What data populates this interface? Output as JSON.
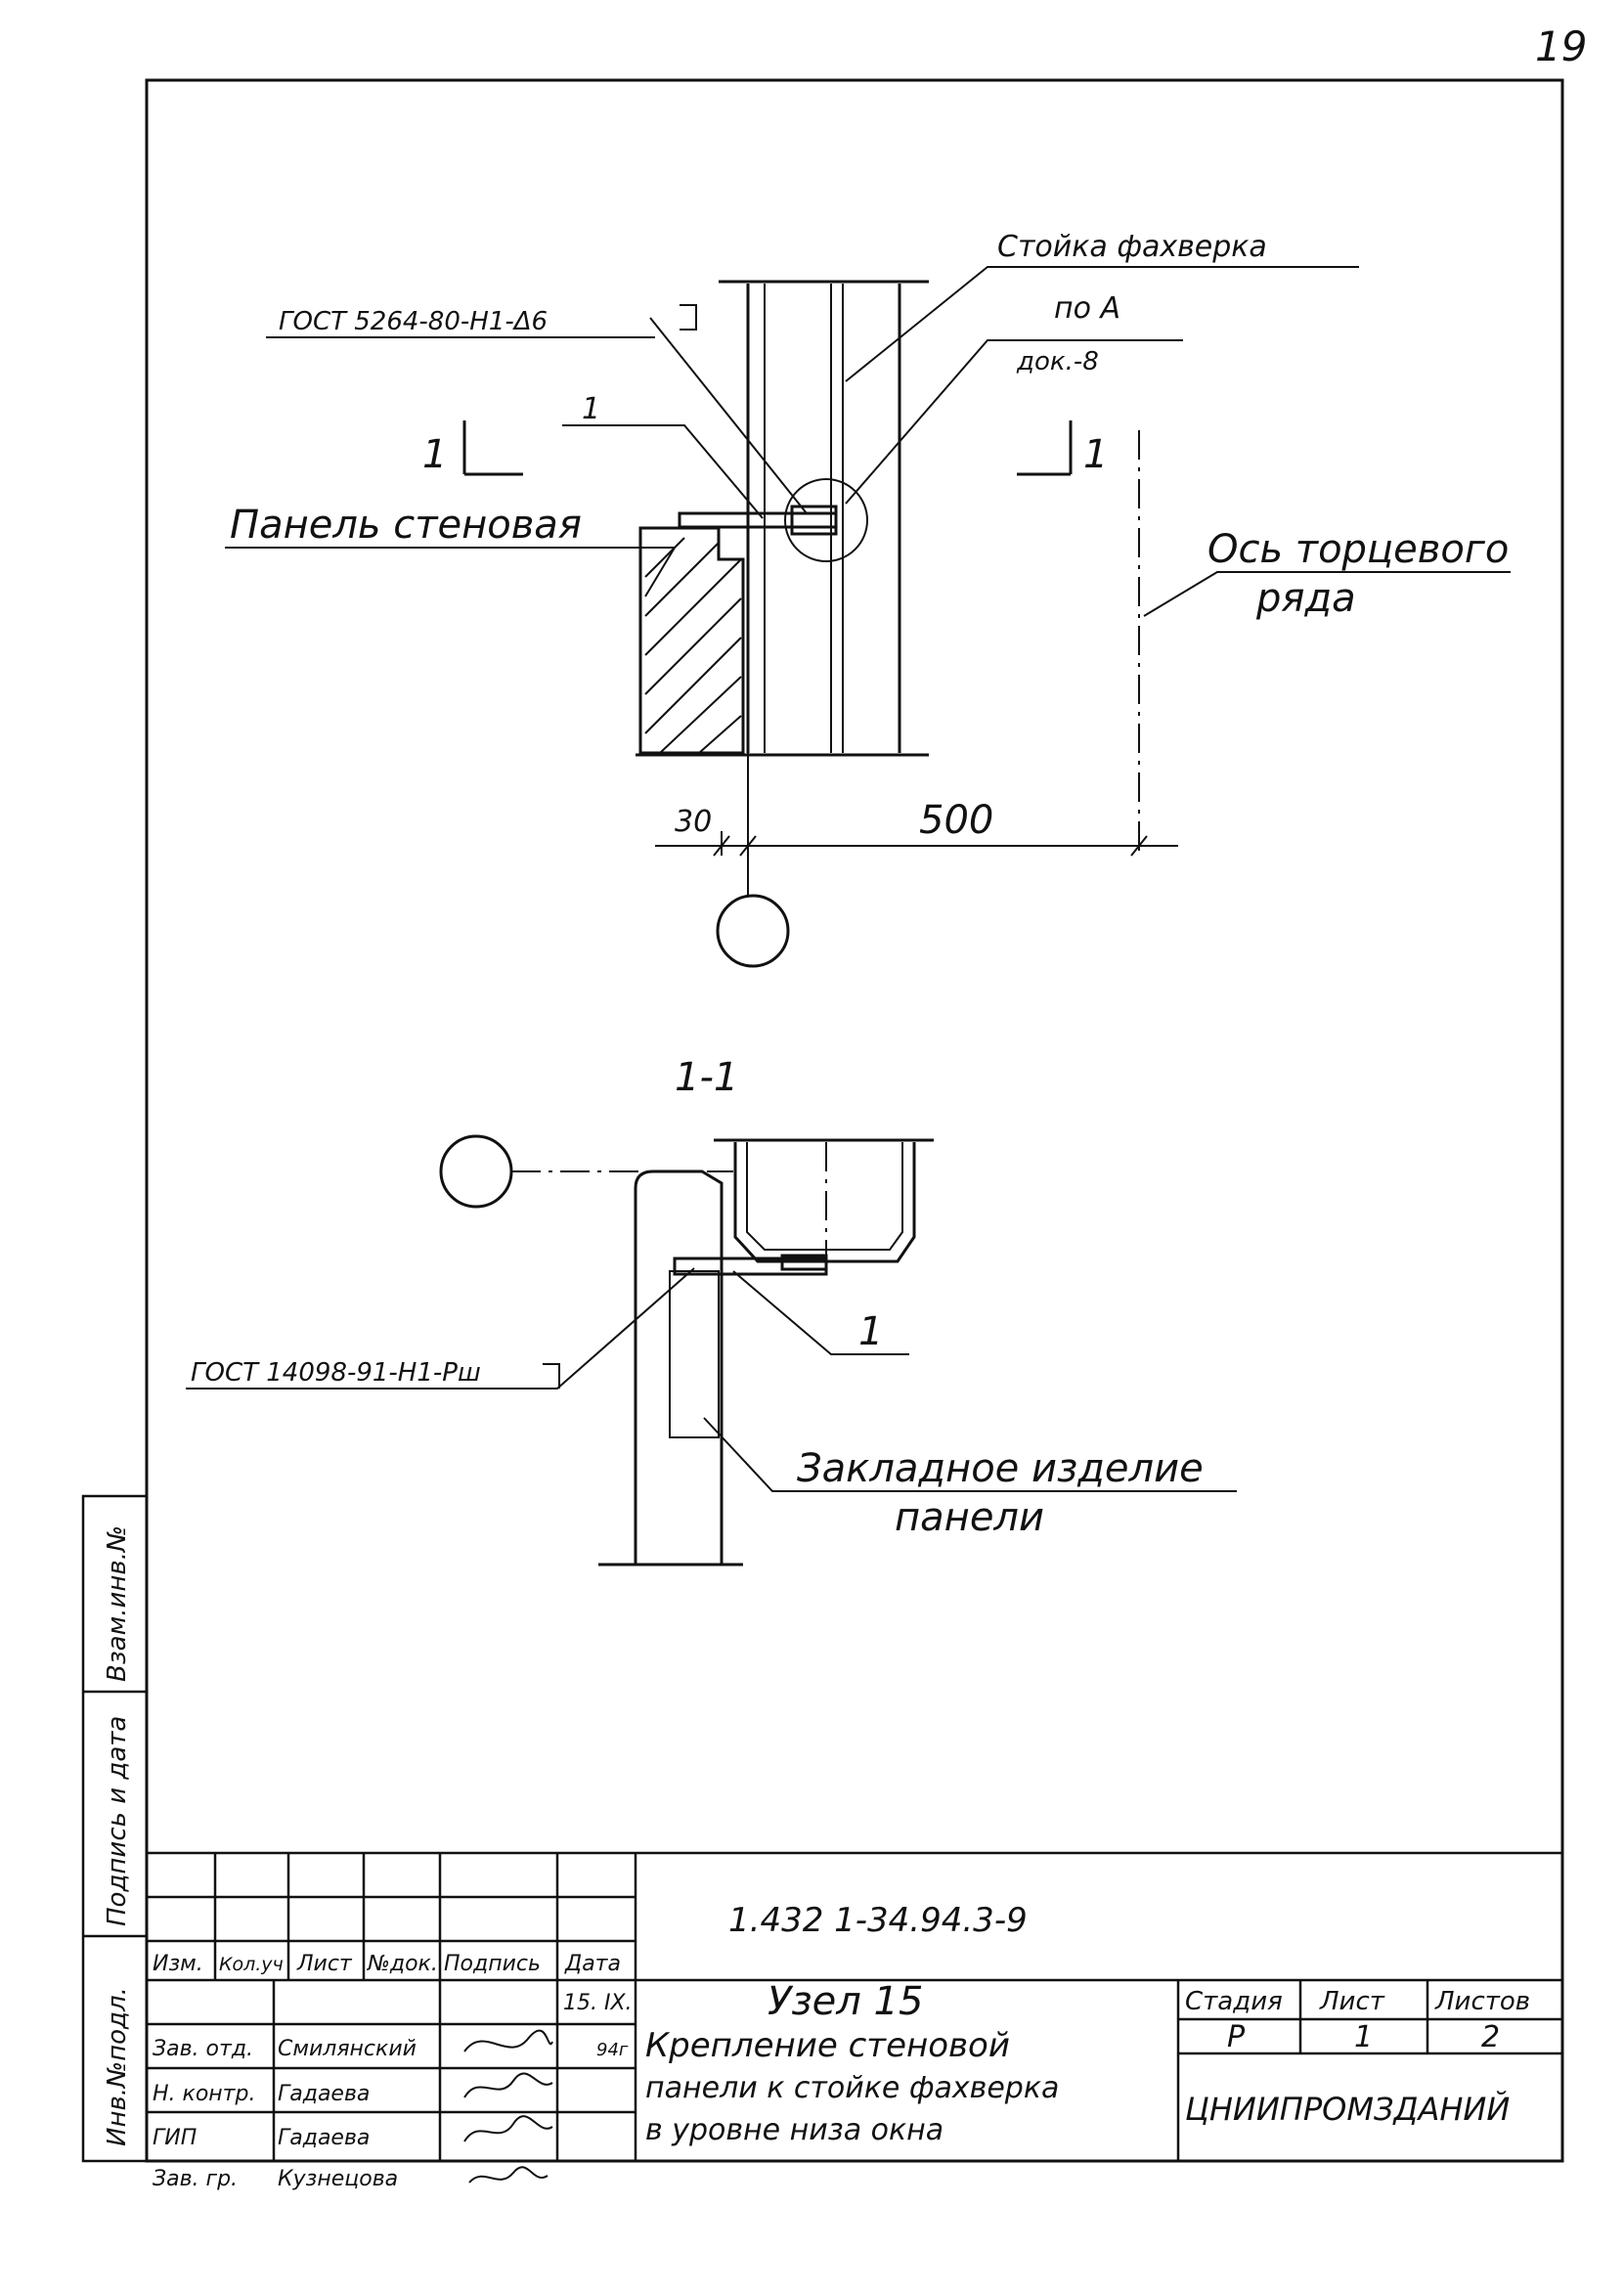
{
  "page_number": "19",
  "drawing": {
    "top_view": {
      "label_column": "Стойка фахверка",
      "label_weld": "ГОСТ 5264-80-Н1-Δ6",
      "label_detail_line1": "по А",
      "label_detail_line2": "док.-8",
      "label_panel": "Панель стеновая",
      "label_axis_line1": "Ось торцевого",
      "label_axis_line2": "ряда",
      "section_mark_left": "1",
      "section_mark_right": "1",
      "callout_1": "1",
      "dim_30": "30",
      "dim_500": "500"
    },
    "section_view": {
      "title": "1-1",
      "label_weld": "ГОСТ 14098-91-Н1-Рш",
      "callout_1": "1",
      "label_embed_line1": "Закладное изделие",
      "label_embed_line2": "панели"
    }
  },
  "side_stamp": {
    "inv_no_orig": "Инв.№подл.",
    "sign_date": "Подпись и дата",
    "replace_inv": "Взам.инв.№"
  },
  "title_block": {
    "doc_code": "1.432 1-34.94.3-9",
    "header_cols": [
      "Изм.",
      "Кол.уч",
      "Лист",
      "№док.",
      "Подпись",
      "Дата"
    ],
    "date_line1": "15. IX.",
    "date_line2": "94г",
    "roles": [
      {
        "role": "Зав. отд.",
        "name": "Смилянский",
        "sign": ""
      },
      {
        "role": "Н. контр.",
        "name": "Гадаева",
        "sign": ""
      },
      {
        "role": "ГИП",
        "name": "Гадаева",
        "sign": ""
      },
      {
        "role": "Зав. гр.",
        "name": "Кузнецова",
        "sign": ""
      }
    ],
    "title_line1": "Узел 15",
    "title_line2": "Крепление стеновой",
    "title_line3": "панели к стойке фахверка",
    "title_line4": "в уровне низа окна",
    "stage_label": "Стадия",
    "sheet_label": "Лист",
    "sheets_label": "Листов",
    "stage_value": "Р",
    "sheet_value": "1",
    "sheets_value": "2",
    "org": "ЦНИИПРОМЗДАНИЙ"
  }
}
